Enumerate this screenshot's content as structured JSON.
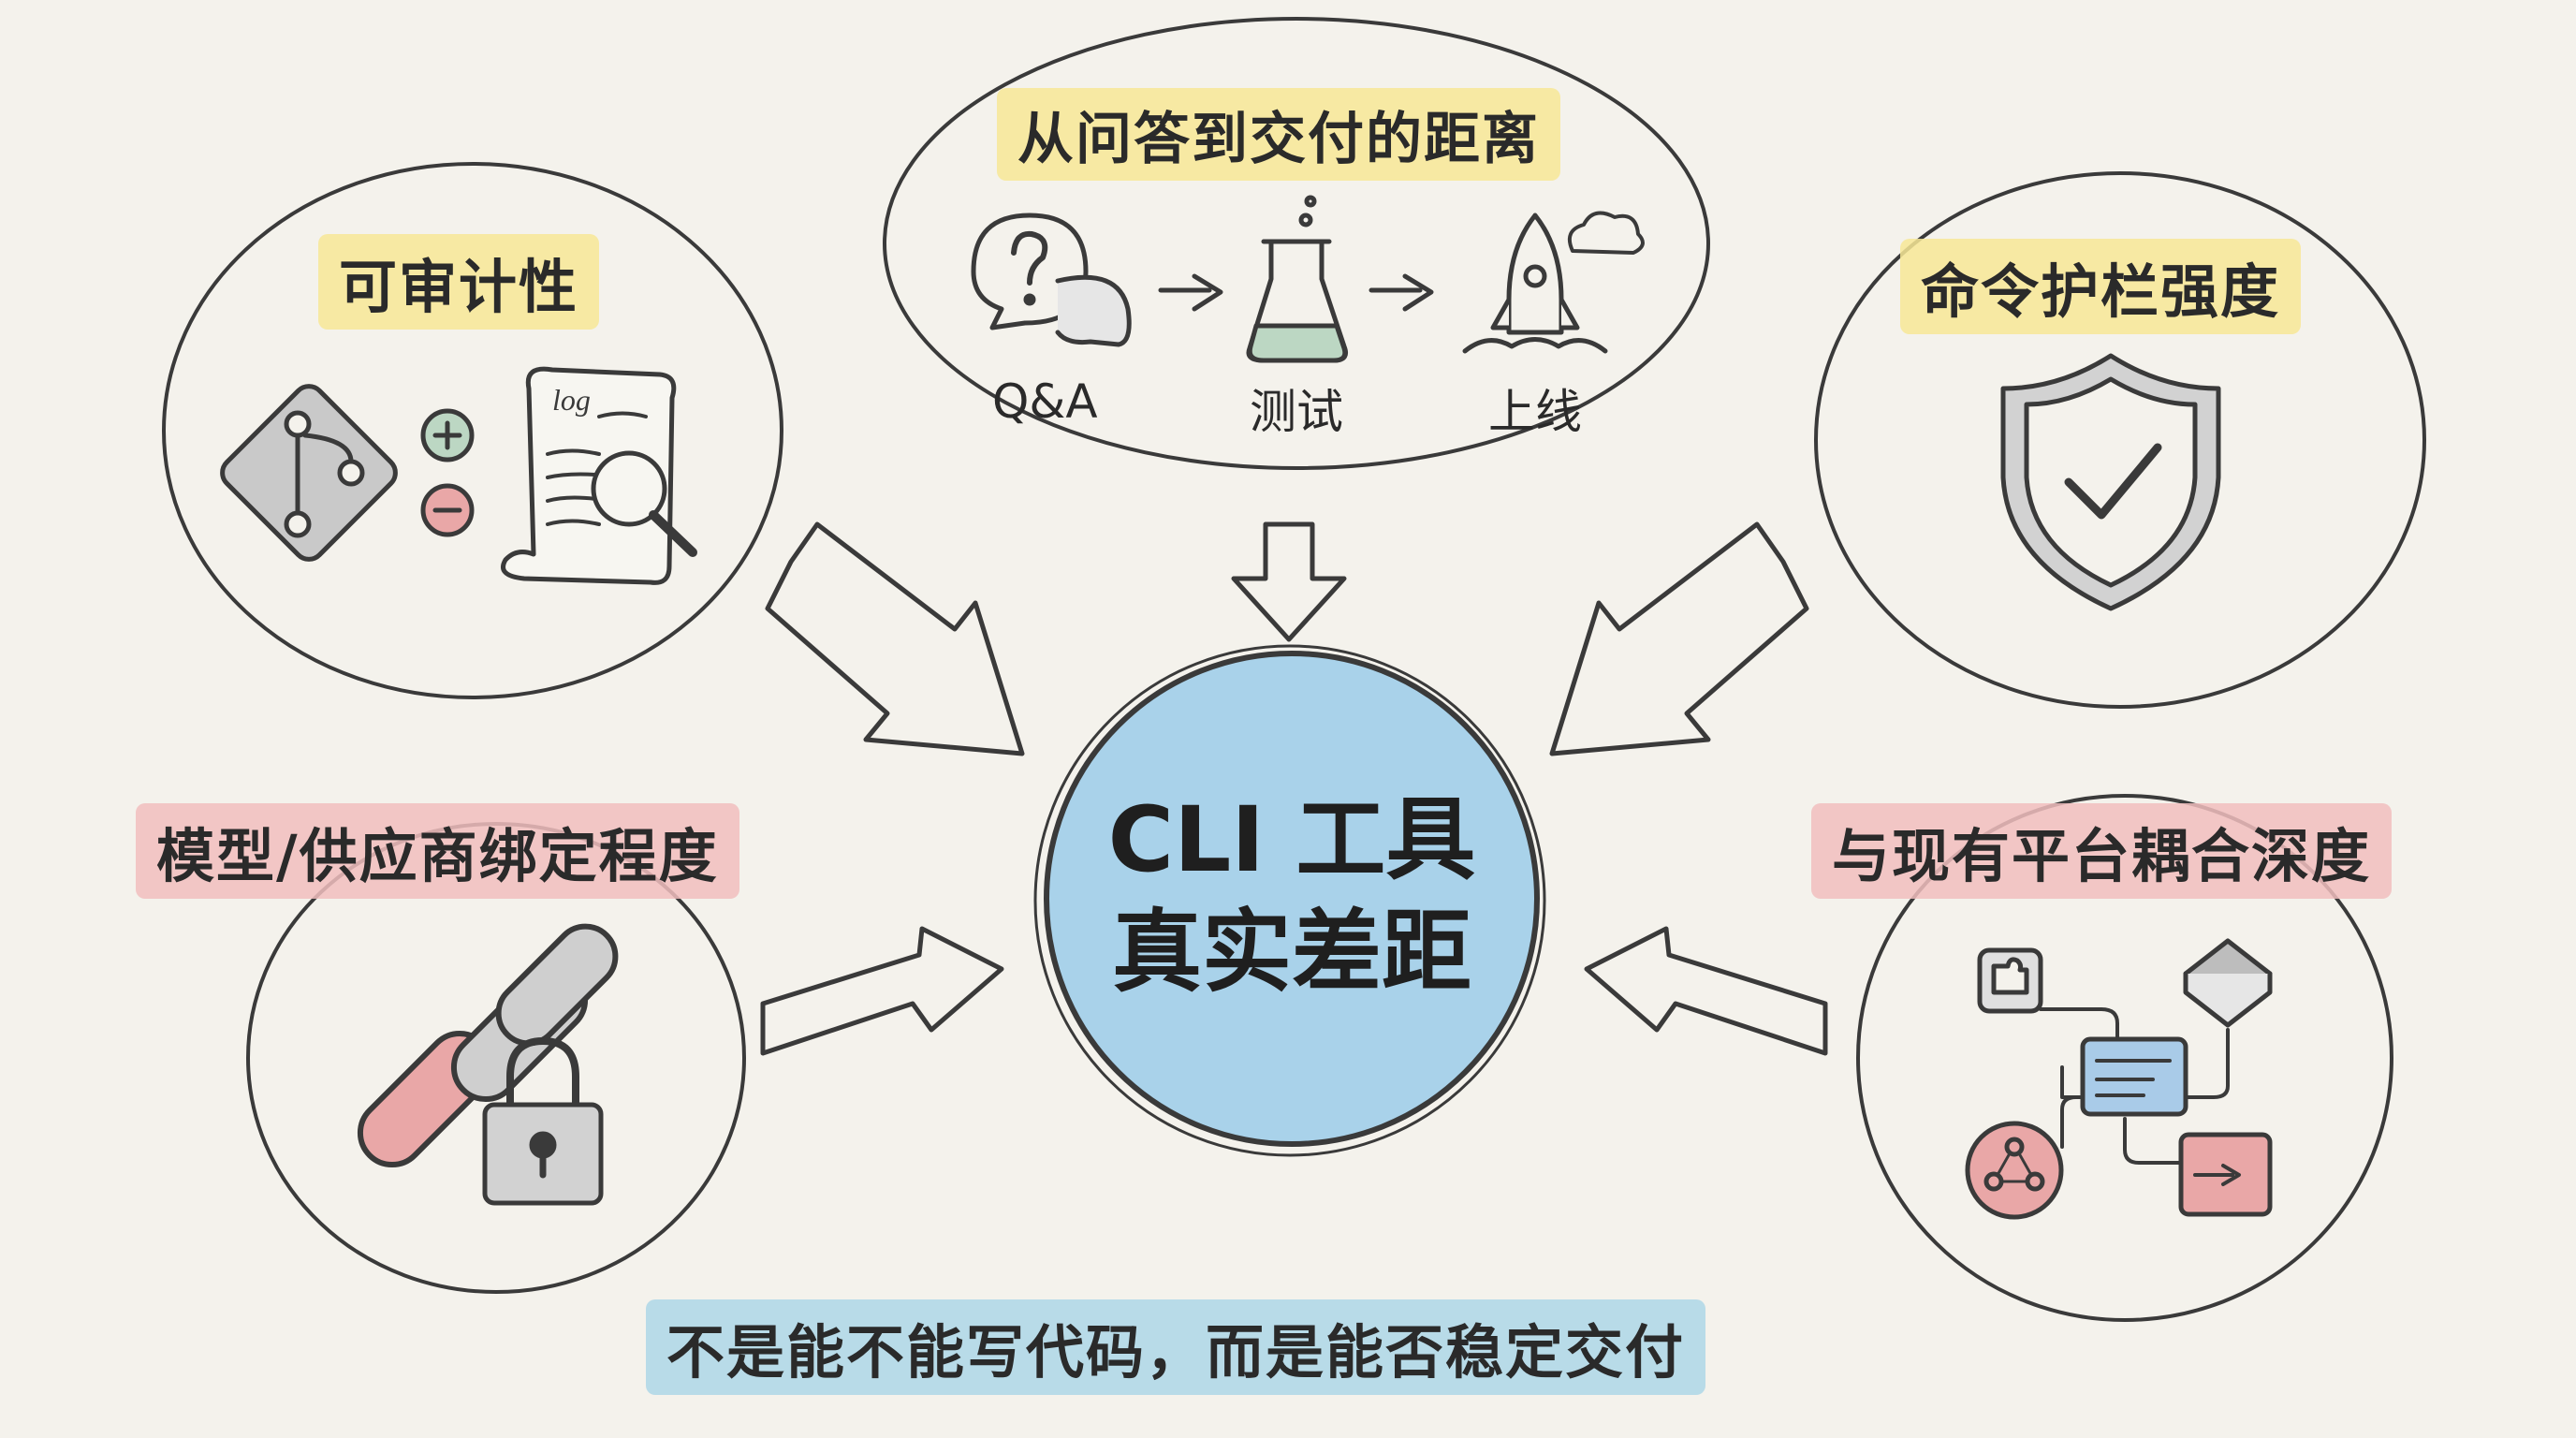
{
  "colors": {
    "background": "#f4f2ec",
    "stroke": "#3a3a3a",
    "center_fill": "#a9d2ea",
    "highlight_yellow": "#f7e796",
    "highlight_pink": "#f1bebe",
    "highlight_blue": "#b1d8e8",
    "accent_pink": "#e9a7a7",
    "accent_green": "#bcd7c3",
    "accent_blue": "#a9cbe8"
  },
  "center": {
    "line1": "CLI 工具",
    "line2": "真实差距"
  },
  "nodes": {
    "auditability": {
      "title": "可审计性",
      "log_text": "log",
      "icons": [
        "git-icon",
        "plus-icon",
        "minus-icon",
        "log-scroll-icon",
        "magnifier-icon"
      ]
    },
    "delivery": {
      "title": "从问答到交付的距离",
      "steps": [
        "Q&A",
        "测试",
        "上线"
      ],
      "icons": [
        "question-bubble-icon",
        "flask-icon",
        "rocket-icon",
        "cloud-icon"
      ]
    },
    "guardrails": {
      "title": "命令护栏强度",
      "icons": [
        "shield-check-icon"
      ]
    },
    "binding": {
      "title": "模型/供应商绑定程度",
      "icons": [
        "chain-icon",
        "padlock-icon"
      ]
    },
    "coupling": {
      "title": "与现有平台耦合深度",
      "icons": [
        "puzzle-block-icon",
        "diamond-block-icon",
        "panel-block-icon",
        "network-block-icon",
        "terminal-block-icon"
      ]
    }
  },
  "tagline": "不是能不能写代码，而是能否稳定交付"
}
